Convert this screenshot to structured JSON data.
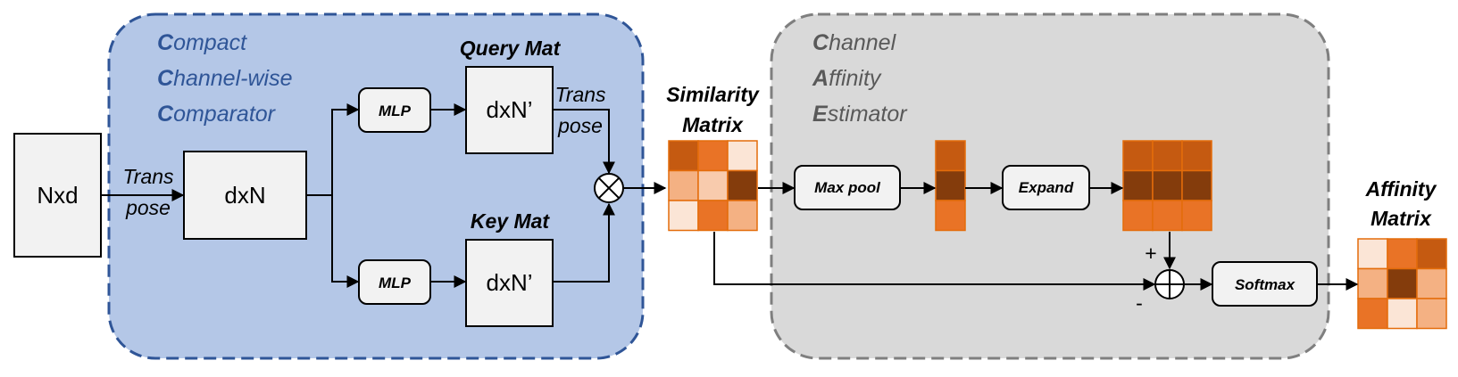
{
  "colors": {
    "blue_panel_fill": "#b4c7e7",
    "blue_panel_stroke": "#2f5597",
    "gray_panel_fill": "#d9d9d9",
    "gray_panel_stroke": "#7f7f7f",
    "orange_darkest": "#843c0c",
    "orange_dark": "#c55a11",
    "orange_mid": "#e97326",
    "orange_light": "#f4b183",
    "orange_pale": "#fbe5d6",
    "orange_lighter": "#f8cbad"
  },
  "ccc_title": {
    "line1_first": "C",
    "line1_rest": "ompact",
    "line2_first": "C",
    "line2_rest": "hannel-wise",
    "line3_first": "C",
    "line3_rest": "omparator"
  },
  "cae_title": {
    "line1_first": "C",
    "line1_rest": "hannel",
    "line2_first": "A",
    "line2_rest": "ffinity",
    "line3_first": "E",
    "line3_rest": "stimator"
  },
  "nodes": {
    "input": "Nxd",
    "transpose1_line1": "Trans",
    "transpose1_line2": "pose",
    "dxn": "dxN",
    "mlp_top": "MLP",
    "mlp_bottom": "MLP",
    "query_title": "Query Mat",
    "query_box": "dxN’",
    "key_title": "Key Mat",
    "key_box": "dxN’",
    "transpose2_line1": "Trans",
    "transpose2_line2": "pose",
    "similarity_line1": "Similarity",
    "similarity_line2": "Matrix",
    "maxpool": "Max pool",
    "expand": "Expand",
    "softmax": "Softmax",
    "plus_sign": "+",
    "minus_sign": "-",
    "affinity_line1": "Affinity",
    "affinity_line2": "Matrix"
  },
  "matrices": {
    "similarity": [
      "dark",
      "mid",
      "pale",
      "light",
      "lighter",
      "darkest",
      "pale",
      "mid",
      "light"
    ],
    "maxpool_col": [
      "dark",
      "darkest",
      "mid"
    ],
    "expanded": [
      "dark",
      "dark",
      "dark",
      "darkest",
      "darkest",
      "darkest",
      "mid",
      "mid",
      "mid"
    ],
    "affinity": [
      "pale",
      "mid",
      "dark",
      "light",
      "darkest",
      "light",
      "mid",
      "pale",
      "light"
    ]
  }
}
